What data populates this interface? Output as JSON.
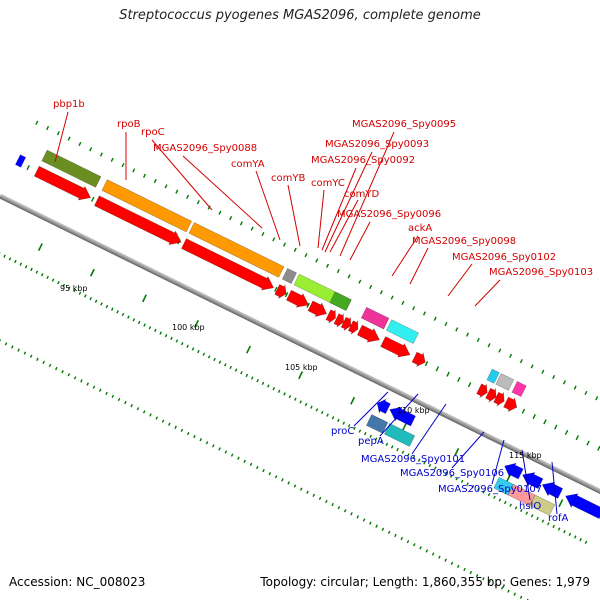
{
  "title": "Streptococcus pyogenes MGAS2096, complete genome",
  "footer": {
    "accession": "Accession: NC_008023",
    "summary": "Topology: circular; Length: 1,860,355 bp; Genes: 1,979"
  },
  "scale_labels": [
    "95 kbp",
    "100 kbp",
    "105 kbp",
    "110 kbp",
    "115 kbp"
  ],
  "forward_gene_labels": [
    "pbp1b",
    "rpoB",
    "rpoC",
    "MGAS2096_Spy0088",
    "comYA",
    "comYB",
    "comYC",
    "comYD",
    "MGAS2096_Spy0093",
    "MGAS2096_Spy0092",
    "MGAS2096_Spy0095",
    "MGAS2096_Spy0096",
    "ackA",
    "MGAS2096_Spy0098",
    "MGAS2096_Spy0102",
    "MGAS2096_Spy0103"
  ],
  "reverse_gene_labels": [
    "proC",
    "pepA",
    "MGAS2096_Spy0101",
    "MGAS2096_Spy0106",
    "MGAS2096_Spy0107",
    "hslO",
    "rofA"
  ],
  "colors": {
    "forward_label": "#d40000",
    "reverse_label": "#0000c8",
    "cds_forward": "#ff0000",
    "cds_reverse": "#0000ff",
    "backbone": "#888888",
    "tick": "#007a00"
  }
}
